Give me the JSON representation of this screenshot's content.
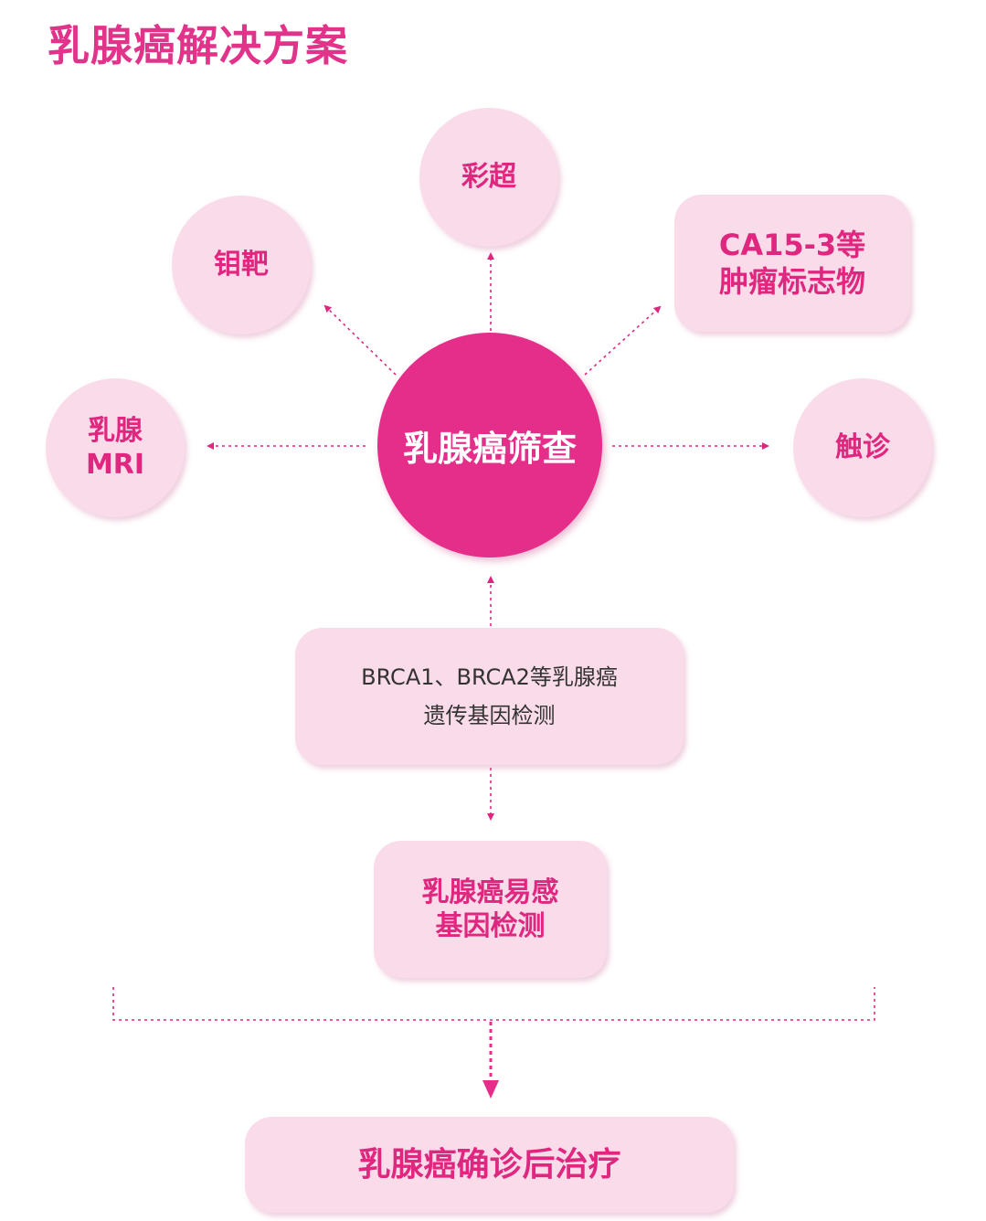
{
  "title": "乳腺癌解决方案",
  "hub": {
    "label": "乳腺癌筛查"
  },
  "methods": {
    "ultrasound": "彩超",
    "mammography": "钼靶",
    "mri": {
      "line1": "乳腺",
      "line2": "MRI"
    },
    "tumor_marker": {
      "line1": "CA15-3等",
      "line2": "肿瘤标志物"
    },
    "palpation": "触诊"
  },
  "genetic_test": {
    "line1": "BRCA1、BRCA2等乳腺癌",
    "line2": "遗传基因检测"
  },
  "susceptibility_test": {
    "line1": "乳腺癌易感",
    "line2": "基因检测"
  },
  "treatment": "乳腺癌确诊后治疗",
  "colors": {
    "accent": "#e52d8a",
    "bubble_fill": "#f9dbe9",
    "bubble_text": "#e0277f",
    "body_text": "#333333"
  }
}
